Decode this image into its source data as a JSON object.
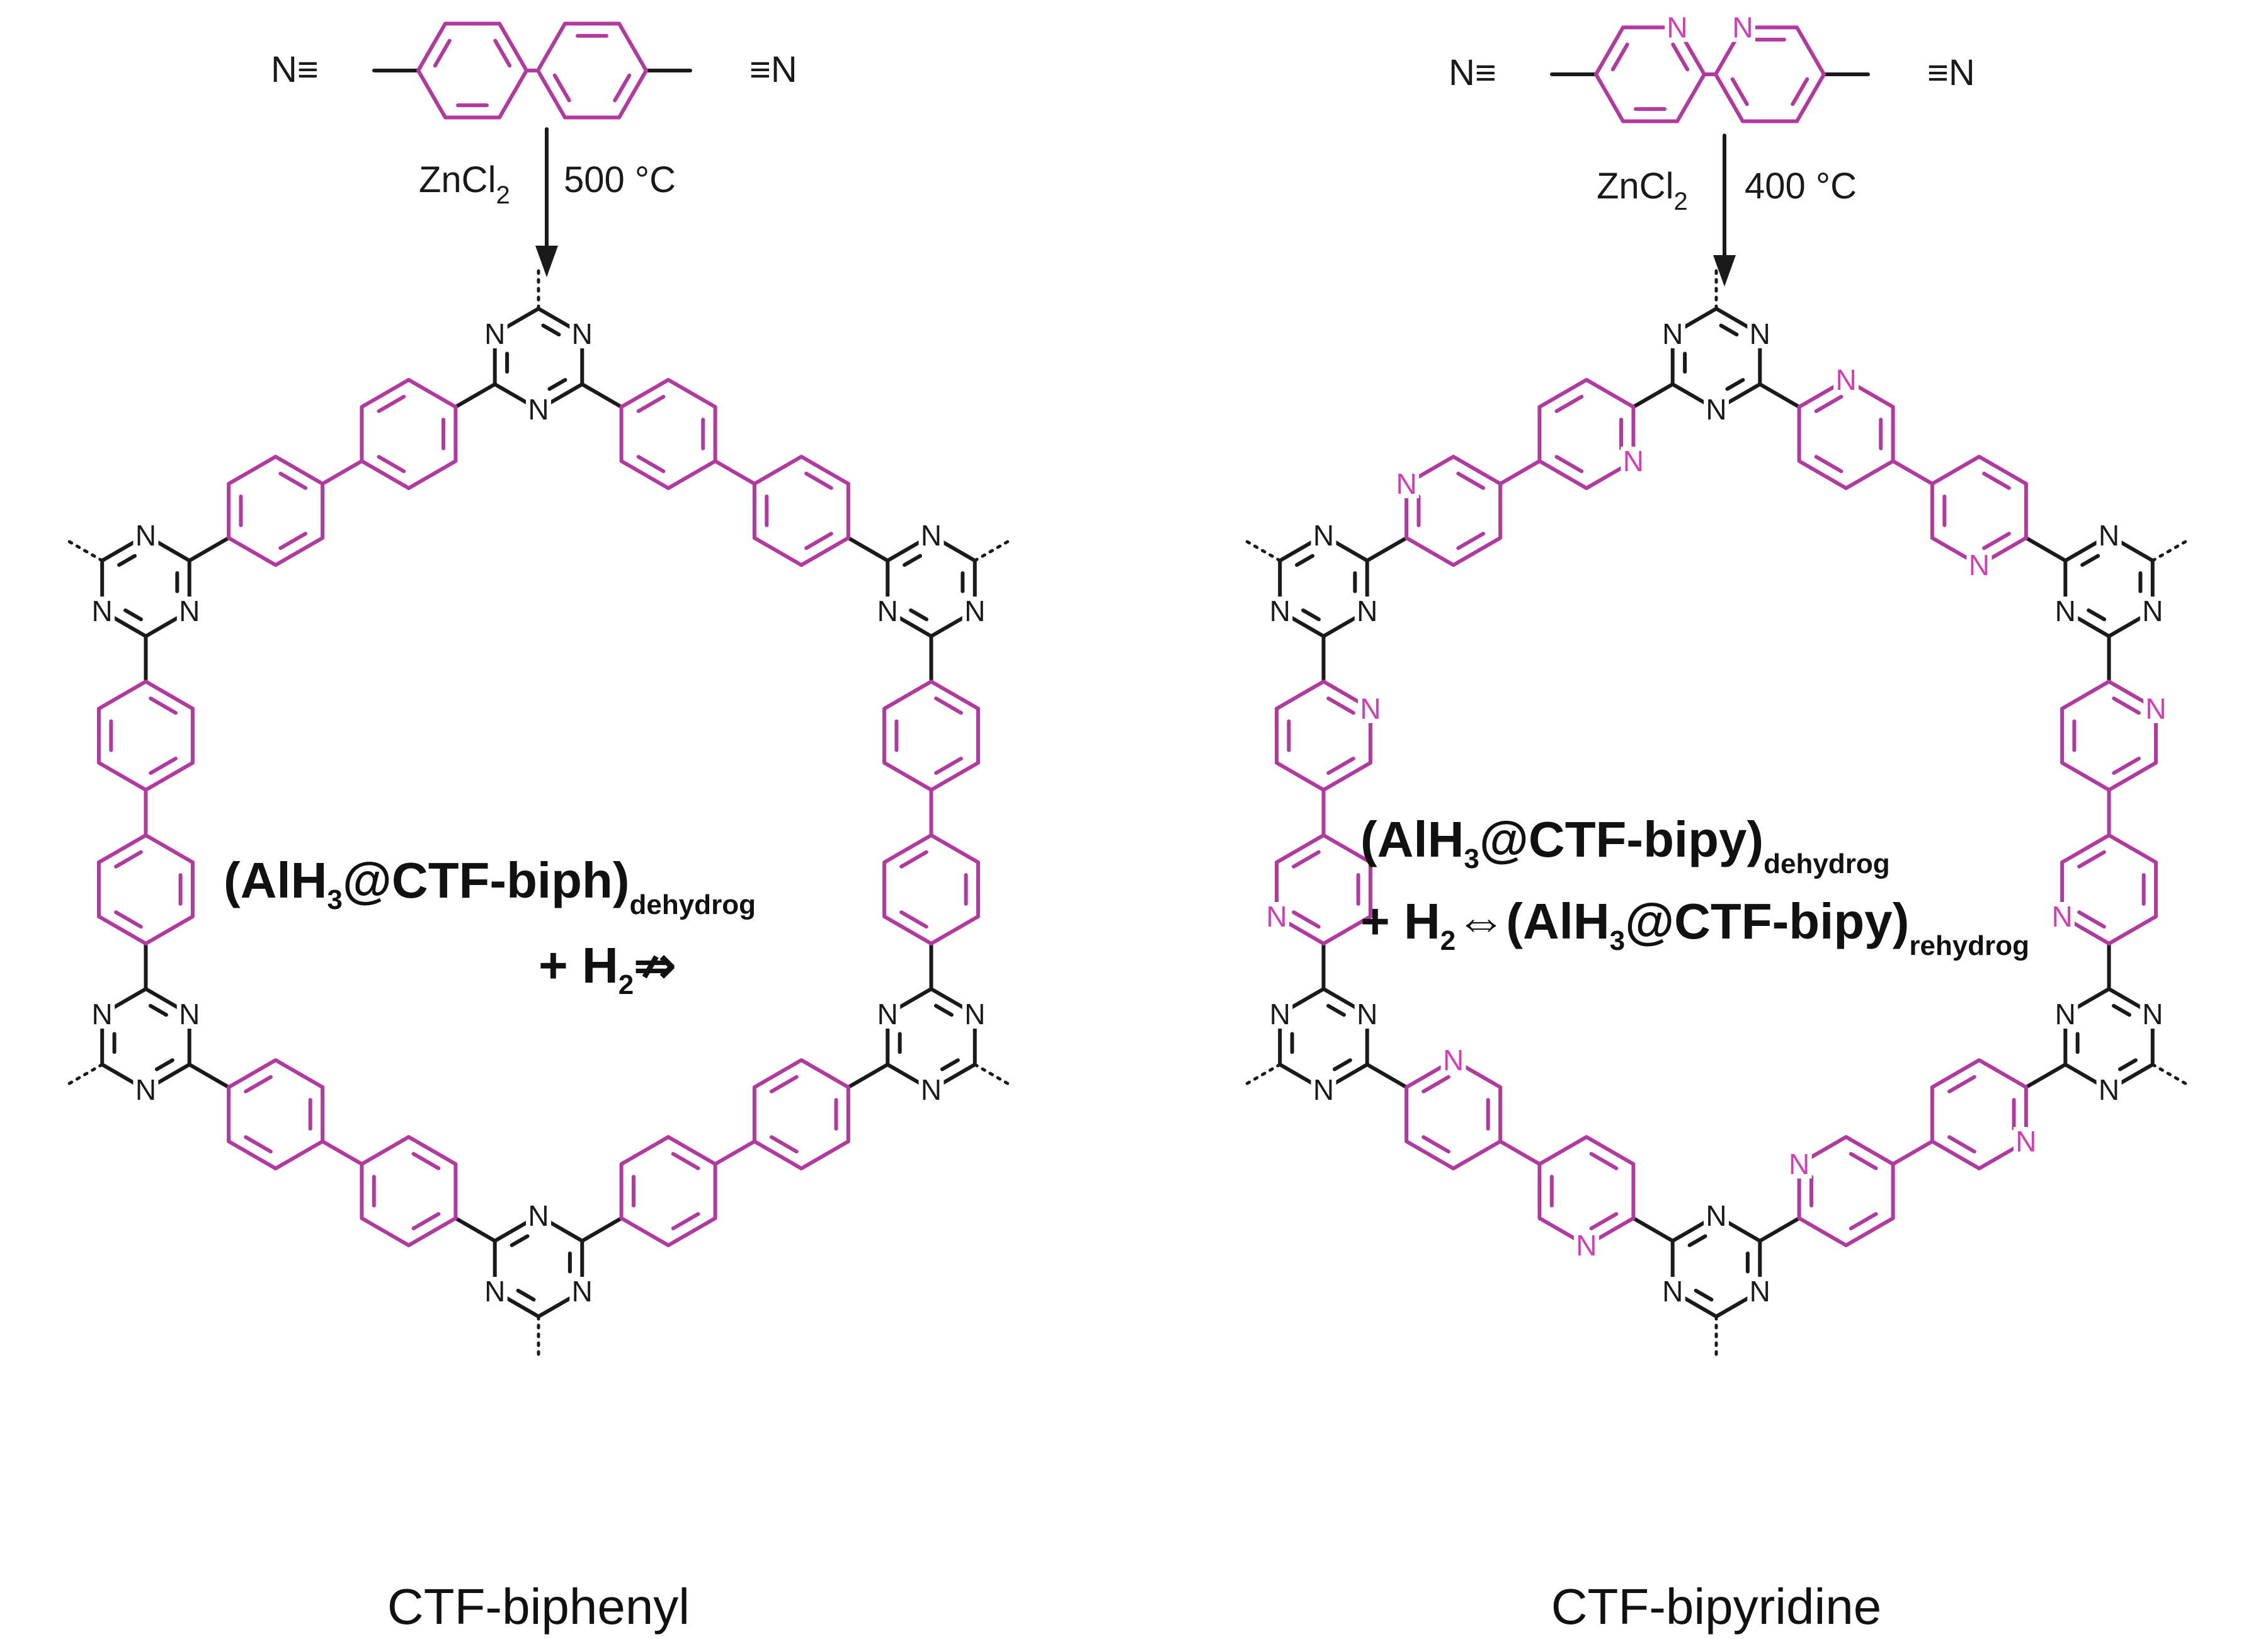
{
  "left_panel": {
    "precursor": {
      "left_group": "N≡",
      "right_group": "≡N"
    },
    "conditions": {
      "reagent": "ZnCl",
      "reagent_sub": "2",
      "temperature": "500 °C"
    },
    "equation": {
      "line1_main": "(AlH",
      "line1_sub3": "3",
      "line1_rest": "@CTF-biph)",
      "line1_subscript": "dehydrog",
      "line2_main": "+ H",
      "line2_sub2": "2",
      "line2_symbol": "⇏"
    },
    "caption": "CTF-biphenyl"
  },
  "right_panel": {
    "precursor": {
      "left_group": "N≡",
      "right_group": "≡N"
    },
    "conditions": {
      "reagent": "ZnCl",
      "reagent_sub": "2",
      "temperature": "400 °C"
    },
    "equation": {
      "line1_main": "(AlH",
      "line1_sub3": "3",
      "line1_rest": "@CTF-bipy)",
      "line1_subscript": "dehydrog",
      "line2_main": "+ H",
      "line2_sub2": "2",
      "line2_symbol": "⇔",
      "line2_main_b": "(AlH",
      "line2_sub3": "3",
      "line2_rest": "@CTF-bipy)",
      "line2_subscript": "rehydrog"
    },
    "caption": "CTF-bipyridine"
  },
  "atom_labels": {
    "nitrogen": "N"
  },
  "colors": {
    "linker": "#b2399f",
    "linker_nitrogen": "#d43cb8",
    "bond": "#1a1a1a"
  }
}
